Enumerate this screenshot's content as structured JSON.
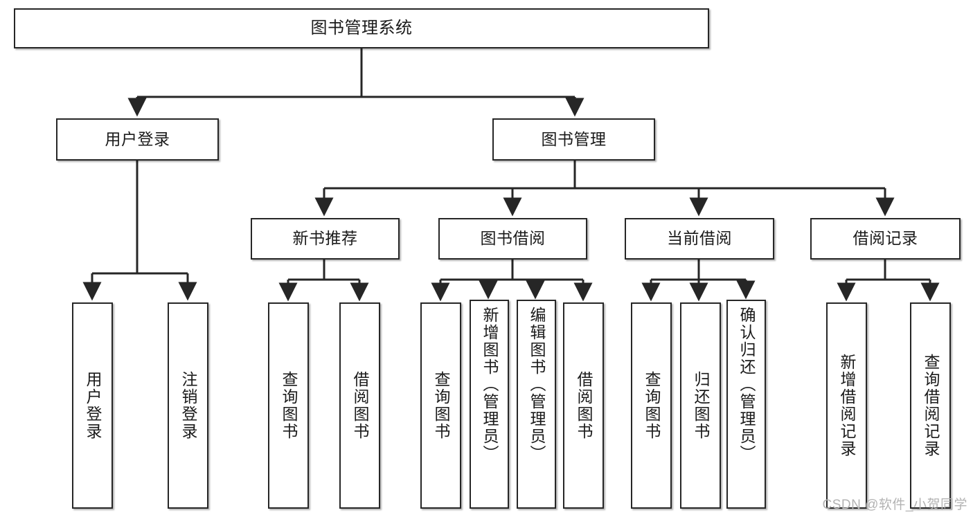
{
  "diagram": {
    "title": "图书管理系统",
    "watermark": "CSDN @软件_小贺同学",
    "colors": {
      "box_border": "#262626",
      "box_fill": "#ffffff",
      "edge": "#262626",
      "text": "#1a1a1a",
      "watermark": "#b3b3b3"
    },
    "levels": {
      "root": "图书管理系统",
      "level2": [
        "用户登录",
        "图书管理"
      ],
      "level3": [
        "新书推荐",
        "图书借阅",
        "当前借阅",
        "借阅记录"
      ]
    },
    "nodes": {
      "root": {
        "label": "图书管理系统"
      },
      "user_login": {
        "label": "用户登录"
      },
      "book_manage": {
        "label": "图书管理"
      },
      "new_book_rec": {
        "label": "新书推荐"
      },
      "book_borrow": {
        "label": "图书借阅"
      },
      "current_borrow": {
        "label": "当前借阅"
      },
      "borrow_record": {
        "label": "借阅记录"
      },
      "leaf_user_login": {
        "label": "用户登录"
      },
      "leaf_logout": {
        "label": "注销登录"
      },
      "leaf_query_book_1": {
        "label": "查询图书"
      },
      "leaf_borrow_book_1": {
        "label": "借阅图书"
      },
      "leaf_query_book_2": {
        "label": "查询图书"
      },
      "leaf_add_book": {
        "label": "新增图书（管理员）"
      },
      "leaf_edit_book": {
        "label": "编辑图书（管理员）"
      },
      "leaf_borrow_book_2": {
        "label": "借阅图书"
      },
      "leaf_query_book_3": {
        "label": "查询图书"
      },
      "leaf_return_book": {
        "label": "归还图书"
      },
      "leaf_confirm_return": {
        "label": "确认归还（管理员）"
      },
      "leaf_add_record": {
        "label": "新增借阅记录"
      },
      "leaf_query_record": {
        "label": "查询借阅记录"
      }
    }
  }
}
